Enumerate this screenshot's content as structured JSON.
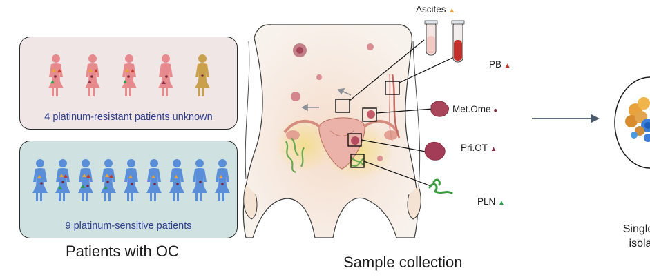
{
  "cohort": {
    "resistant_caption": "4 platinum-resistant patients unknown",
    "sensitive_caption": "9 platinum-sensitive patients",
    "section_title": "Patients with OC",
    "counts": {
      "resistant_pink": 4,
      "unknown_gold": 1,
      "sensitive_blue": 9
    }
  },
  "collection": {
    "section_title": "Sample collection",
    "samples": [
      {
        "label": "Ascites",
        "marker": "▲",
        "color": "#e8a33a"
      },
      {
        "label": "PB",
        "marker": "▲",
        "color": "#c0392b"
      },
      {
        "label": "Met.Ome",
        "marker": "●",
        "color": "#7a2a3a"
      },
      {
        "label": "Pri.OT",
        "marker": "▲",
        "color": "#8a2f45"
      },
      {
        "label": "PLN",
        "marker": "▲",
        "color": "#2e9e48"
      }
    ]
  },
  "next_step": {
    "caption_line1": "Single",
    "caption_line2": "isola"
  },
  "colors": {
    "resistant_bg": "#f1e6e6",
    "resistant_figure": "#e68a8e",
    "unknown_figure": "#c9a04c",
    "sensitive_bg": "#cfe1e1",
    "sensitive_figure": "#5a8ed8",
    "caption_text": "#2d3e8c",
    "arrow": "#4a5a6a"
  }
}
